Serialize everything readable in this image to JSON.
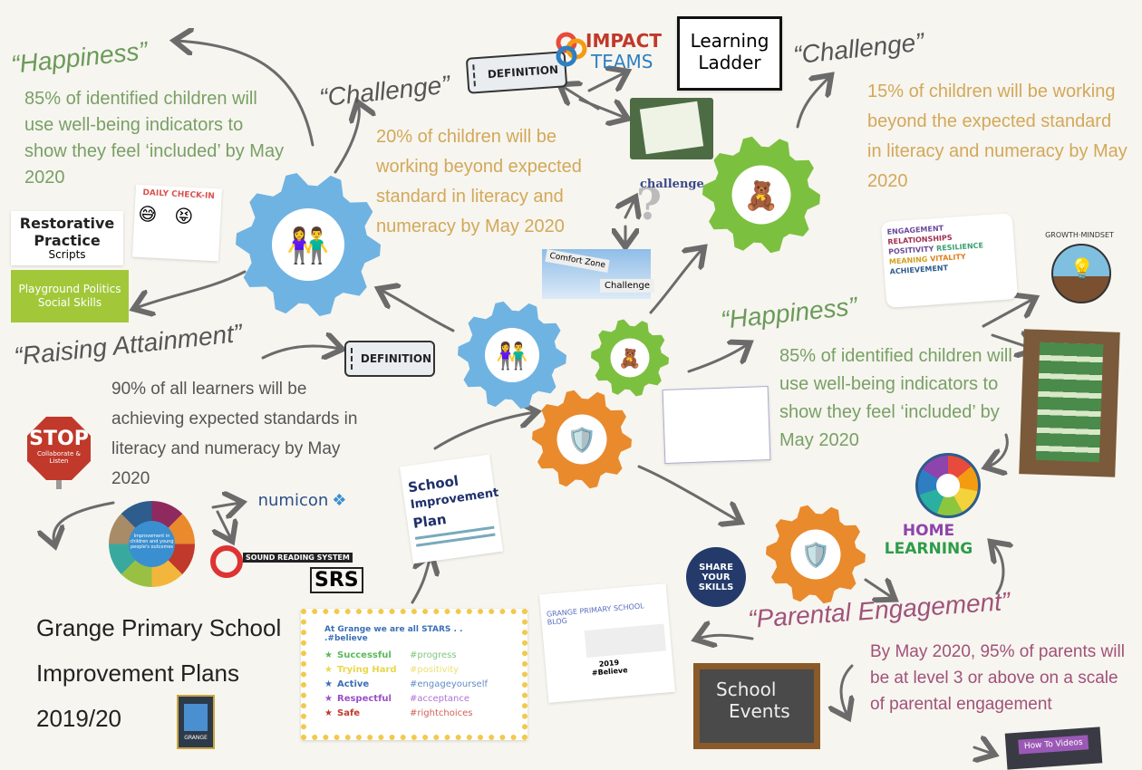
{
  "colors": {
    "blue_gear": "#6fb3e3",
    "green_gear": "#7cc040",
    "orange_gear": "#e98a2d",
    "green_text": "#78a066",
    "orange_text": "#d2a85a",
    "purple_text": "#a0527a"
  },
  "left_happiness": {
    "title": "“Happiness”",
    "text": "85% of identified children will use well-being indicators to show they feel ‘included’ by May 2020"
  },
  "left_challenge": {
    "title": "“Challenge”",
    "text": "20% of children will be working beyond expected standard in literacy and numeracy by May 2020"
  },
  "right_challenge": {
    "title": "“Challenge”",
    "text": "15% of children will be working beyond the expected standard in literacy and numeracy by May 2020"
  },
  "right_happiness": {
    "title": "“Happiness”",
    "text": "85% of identified children will use well-being indicators to show they feel ‘included’ by May 2020"
  },
  "raising": {
    "title": "“Raising Attainment”",
    "text": "90% of all learners will be achieving expected standards in literacy and numeracy by May 2020"
  },
  "parental": {
    "title": "“Parental Engagement”",
    "text": "By May 2020, 95% of parents will be at level 3 or above on a scale of parental engagement"
  },
  "school_title": {
    "line1": "Grange Primary School",
    "line2": "Improvement Plans",
    "line3": "2019/20"
  },
  "images": {
    "definition": "DEFINITION",
    "impact_teams_1": "IMPACT",
    "impact_teams_2": "TEAMS",
    "learning_ladder_1": "Learning",
    "learning_ladder_2": "Ladder",
    "daily_checkin": "DAILY CHECK-IN",
    "restorative_1": "Restorative",
    "restorative_2": "Practice",
    "restorative_3": "Scripts",
    "playground_1": "Playground Politics",
    "playground_2": "Social Skills",
    "comfort_zone": "Comfort Zone",
    "challenge_sign": "Challenge",
    "challenge_cloud": "challenge",
    "stop": "STOP",
    "stop_sub": "Collaborate & Listen",
    "numicon": "numicon",
    "srs_1": "SOUND READING SYSTEM",
    "srs_2": "SRS",
    "improvement_wheel": "Improvement in children and young people's outcomes",
    "sip_1": "School",
    "sip_2": "Improvement",
    "sip_3": "Plan",
    "wellbeing_words": [
      "ENGAGEMENT",
      "RELATIONSHIPS",
      "POSITIVITY",
      "RESILIENCE",
      "MEANING",
      "VITALITY",
      "ACHIEVEMENT"
    ],
    "growth_mindset": "GROWTH·MINDSET",
    "home_learning_1": "HOME",
    "home_learning_2": "LEARNING",
    "share_skills": "SHARE YOUR SKILLS",
    "school_events_1": "School",
    "school_events_2": "Events",
    "how_to": "How To Videos",
    "blog_title": "GRANGE PRIMARY SCHOOL BLOG",
    "blog_year": "2019",
    "blog_tag": "#Believe",
    "crest": "GRANGE"
  },
  "stars": {
    "heading": "At Grange we are all STARS . . .#believe",
    "rows": [
      {
        "word": "Successful",
        "tag": "#progress",
        "color": "#5cb85c"
      },
      {
        "word": "Trying Hard",
        "tag": "#positivity",
        "color": "#e8d84a"
      },
      {
        "word": "Active",
        "tag": "#engageyourself",
        "color": "#3a6fb5"
      },
      {
        "word": "Respectful",
        "tag": "#acceptance",
        "color": "#9b4fc8"
      },
      {
        "word": "Safe",
        "tag": "#rightchoices",
        "color": "#c0392b"
      }
    ]
  }
}
